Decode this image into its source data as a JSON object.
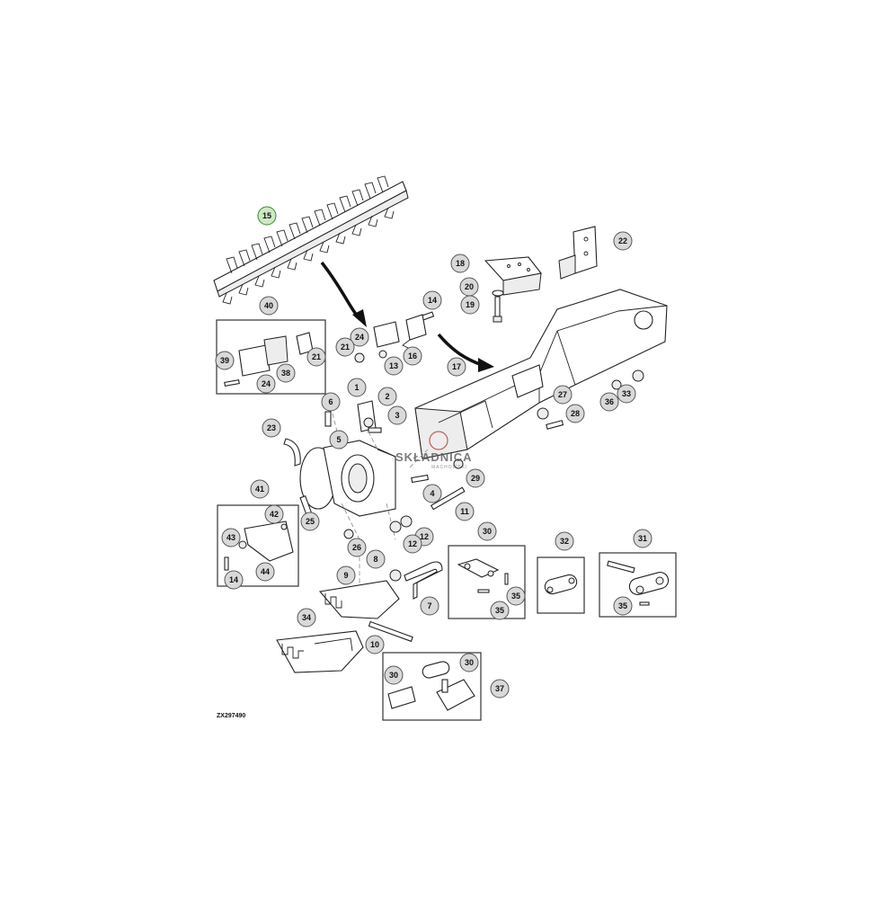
{
  "diagram": {
    "reference_code": "ZX297490",
    "watermark": {
      "title": "SKŁADNICA",
      "subtitle": "MACHOWSKI"
    },
    "highlight_color": "#cfe8c4",
    "callouts": [
      {
        "id": "c15",
        "label": "15",
        "highlight": true
      },
      {
        "id": "c22",
        "label": "22"
      },
      {
        "id": "c18",
        "label": "18"
      },
      {
        "id": "c20",
        "label": "20"
      },
      {
        "id": "c19",
        "label": "19"
      },
      {
        "id": "c14a",
        "label": "14"
      },
      {
        "id": "c40",
        "label": "40"
      },
      {
        "id": "c24a",
        "label": "24"
      },
      {
        "id": "c21a",
        "label": "21"
      },
      {
        "id": "c13",
        "label": "13"
      },
      {
        "id": "c16",
        "label": "16"
      },
      {
        "id": "c39",
        "label": "39"
      },
      {
        "id": "c38",
        "label": "38"
      },
      {
        "id": "c21b",
        "label": "21"
      },
      {
        "id": "c24b",
        "label": "24"
      },
      {
        "id": "c17",
        "label": "17"
      },
      {
        "id": "c27",
        "label": "27"
      },
      {
        "id": "c36",
        "label": "36"
      },
      {
        "id": "c33",
        "label": "33"
      },
      {
        "id": "c28",
        "label": "28"
      },
      {
        "id": "c1",
        "label": "1"
      },
      {
        "id": "c2",
        "label": "2"
      },
      {
        "id": "c6",
        "label": "6"
      },
      {
        "id": "c3",
        "label": "3"
      },
      {
        "id": "c23",
        "label": "23"
      },
      {
        "id": "c5",
        "label": "5"
      },
      {
        "id": "c29",
        "label": "29"
      },
      {
        "id": "c4",
        "label": "4"
      },
      {
        "id": "c11",
        "label": "11"
      },
      {
        "id": "c41",
        "label": "41"
      },
      {
        "id": "c42",
        "label": "42"
      },
      {
        "id": "c25",
        "label": "25"
      },
      {
        "id": "c43",
        "label": "43"
      },
      {
        "id": "c44",
        "label": "44"
      },
      {
        "id": "c14b",
        "label": "14"
      },
      {
        "id": "c26",
        "label": "26"
      },
      {
        "id": "c12a",
        "label": "12"
      },
      {
        "id": "c12b",
        "label": "12"
      },
      {
        "id": "c8",
        "label": "8"
      },
      {
        "id": "c9",
        "label": "9"
      },
      {
        "id": "c7",
        "label": "7"
      },
      {
        "id": "c30a",
        "label": "30"
      },
      {
        "id": "c35a",
        "label": "35"
      },
      {
        "id": "c35b",
        "label": "35"
      },
      {
        "id": "c32",
        "label": "32"
      },
      {
        "id": "c31",
        "label": "31"
      },
      {
        "id": "c35c",
        "label": "35"
      },
      {
        "id": "c34",
        "label": "34"
      },
      {
        "id": "c10",
        "label": "10"
      },
      {
        "id": "c30b",
        "label": "30"
      },
      {
        "id": "c30c",
        "label": "30"
      },
      {
        "id": "c37",
        "label": "37"
      }
    ]
  }
}
